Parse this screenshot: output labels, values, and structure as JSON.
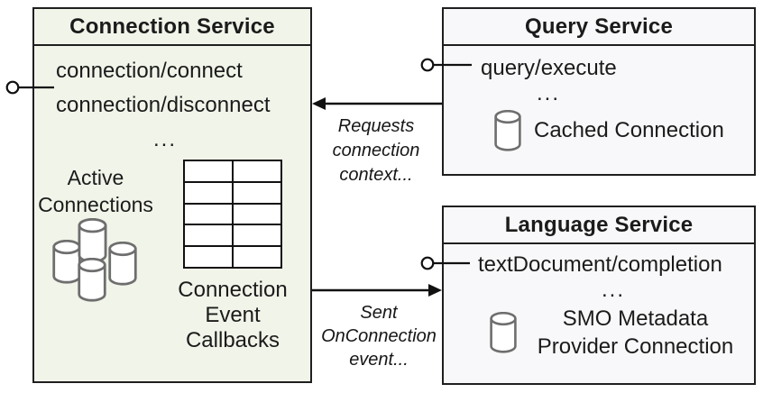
{
  "connection_service": {
    "title": "Connection Service",
    "endpoint_1": "connection/connect",
    "endpoint_2": "connection/disconnect",
    "ellipsis": "...",
    "active_connections_label": "Active Connections",
    "callbacks_label": "Connection Event Callbacks"
  },
  "query_service": {
    "title": "Query Service",
    "endpoint_1": "query/execute",
    "ellipsis": "...",
    "cached_connection_label": "Cached Connection"
  },
  "language_service": {
    "title": "Language Service",
    "endpoint_1": "textDocument/completion",
    "ellipsis": "...",
    "smo_label": "SMO Metadata Provider Connection"
  },
  "arrows": {
    "requests_label": "Requests connection context...",
    "sent_label": "Sent OnConnection event..."
  },
  "icons": {
    "lollipop": "interface-lollipop",
    "cylinder": "database-cylinder",
    "cluster": "active-connections-cylinders",
    "table": "callback-table-grid"
  },
  "colors": {
    "connection_box_fill": "#f1f4e9",
    "service_box_fill": "#f8f8fa",
    "border_line": "#1f1f1f",
    "arrow_line": "#111111",
    "cylinder_stroke": "#6e6e6e",
    "text": "#1b1b1b"
  }
}
